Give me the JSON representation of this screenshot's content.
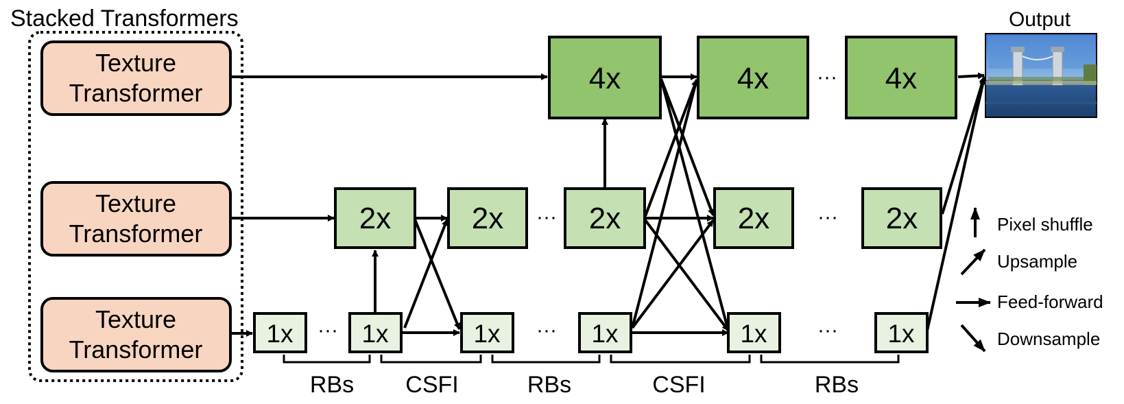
{
  "title": "Stacked Transformers",
  "output_label": "Output",
  "texture_transformers": [
    "Texture\nTransformer",
    "Texture\nTransformer",
    "Texture\nTransformer"
  ],
  "tt_line1": "Texture",
  "tt_line2": "Transformer",
  "box_4x": "4x",
  "box_2x": "2x",
  "box_1x": "1x",
  "ellipsis": "···",
  "brace_labels": [
    "RBs",
    "CSFI",
    "RBs",
    "CSFI",
    "RBs"
  ],
  "legend": {
    "pixel_shuffle": "Pixel shuffle",
    "upsample": "Upsample",
    "feed_forward": "Feed-forward",
    "downsample": "Downsample"
  },
  "colors": {
    "tt_fill": "#f8d5c0",
    "box_4x_fill": "#92c46e",
    "box_2x_fill": "#c5e0b3",
    "box_1x_fill": "#e9f2e1"
  },
  "output_image": "bridge-photo"
}
